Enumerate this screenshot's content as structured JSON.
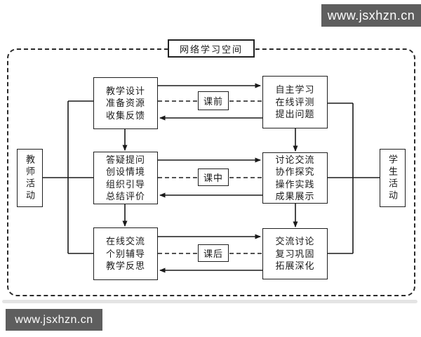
{
  "banners": {
    "top_text": "www.jsxhzn.cn",
    "bottom_text": "www.jsxhzn.cn"
  },
  "diagram": {
    "title": "网络学习空间",
    "teacher_label": "教师活动",
    "student_label": "学生活动",
    "rows": [
      {
        "phase": "课前",
        "teacher": "教学设计\n准备资源\n收集反馈",
        "student": "自主学习\n在线评测\n提出问题"
      },
      {
        "phase": "课中",
        "teacher": "答疑提问\n创设情境\n组织引导\n总结评价",
        "student": "讨论交流\n协作探究\n操作实践\n成果展示"
      },
      {
        "phase": "课后",
        "teacher": "在线交流\n个别辅导\n教学反思",
        "student": "交流讨论\n复习巩固\n拓展深化"
      }
    ],
    "colors": {
      "line": "#1a1a1a",
      "banner_bg": "#5e5e5e",
      "banner_text": "#ffffff"
    }
  }
}
